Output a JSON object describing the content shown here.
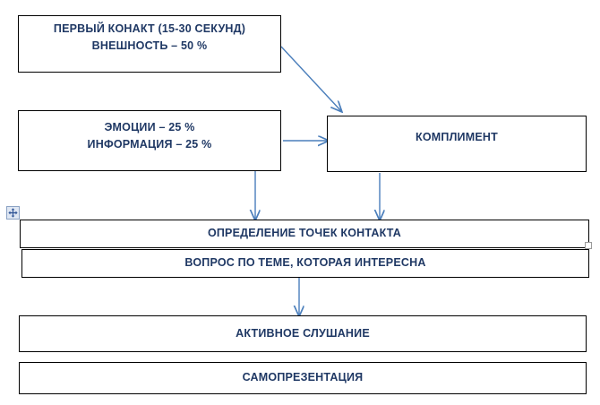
{
  "document": {
    "title": "Схема первого контакта",
    "text_color": "#1F3864",
    "border_color": "#000000",
    "arrow_color": "#4A7EBB",
    "background": "#FFFFFF"
  },
  "boxes": {
    "first_contact": {
      "line1": "ПЕРВЫЙ КОНАКТ (15-30 СЕКУНД)",
      "line2": "ВНЕШНОСТЬ – 50 %"
    },
    "emotions": {
      "line1": "ЭМОЦИИ – 25 %",
      "line2": "ИНФОРМАЦИЯ – 25 %"
    },
    "compliment": {
      "line1": "КОМПЛИМЕНТ"
    },
    "contact_points": {
      "line1": "ОПРЕДЕЛЕНИЕ ТОЧЕК КОНТАКТА"
    },
    "question": {
      "line1": "ВОПРОС ПО ТЕМЕ, КОТОРАЯ ИНТЕРЕСНА"
    },
    "active_listening": {
      "line1": "АКТИВНОЕ СЛУШАНИЕ"
    },
    "self_presentation": {
      "line1": "САМОПРЕЗЕНТАЦИЯ"
    }
  },
  "connectors": [
    {
      "name": "first-contact-to-compliment",
      "kind": "diagonal-arrow"
    },
    {
      "name": "emotions-to-compliment",
      "kind": "horizontal-arrow"
    },
    {
      "name": "emotions-to-contact-points",
      "kind": "vertical-arrow"
    },
    {
      "name": "compliment-to-contact-points",
      "kind": "vertical-arrow"
    },
    {
      "name": "question-to-active-listening",
      "kind": "vertical-arrow"
    }
  ],
  "editor_chrome": {
    "move_handle_icon": "move-four-arrows-icon",
    "resize_handle_icon": "resize-square-icon"
  }
}
